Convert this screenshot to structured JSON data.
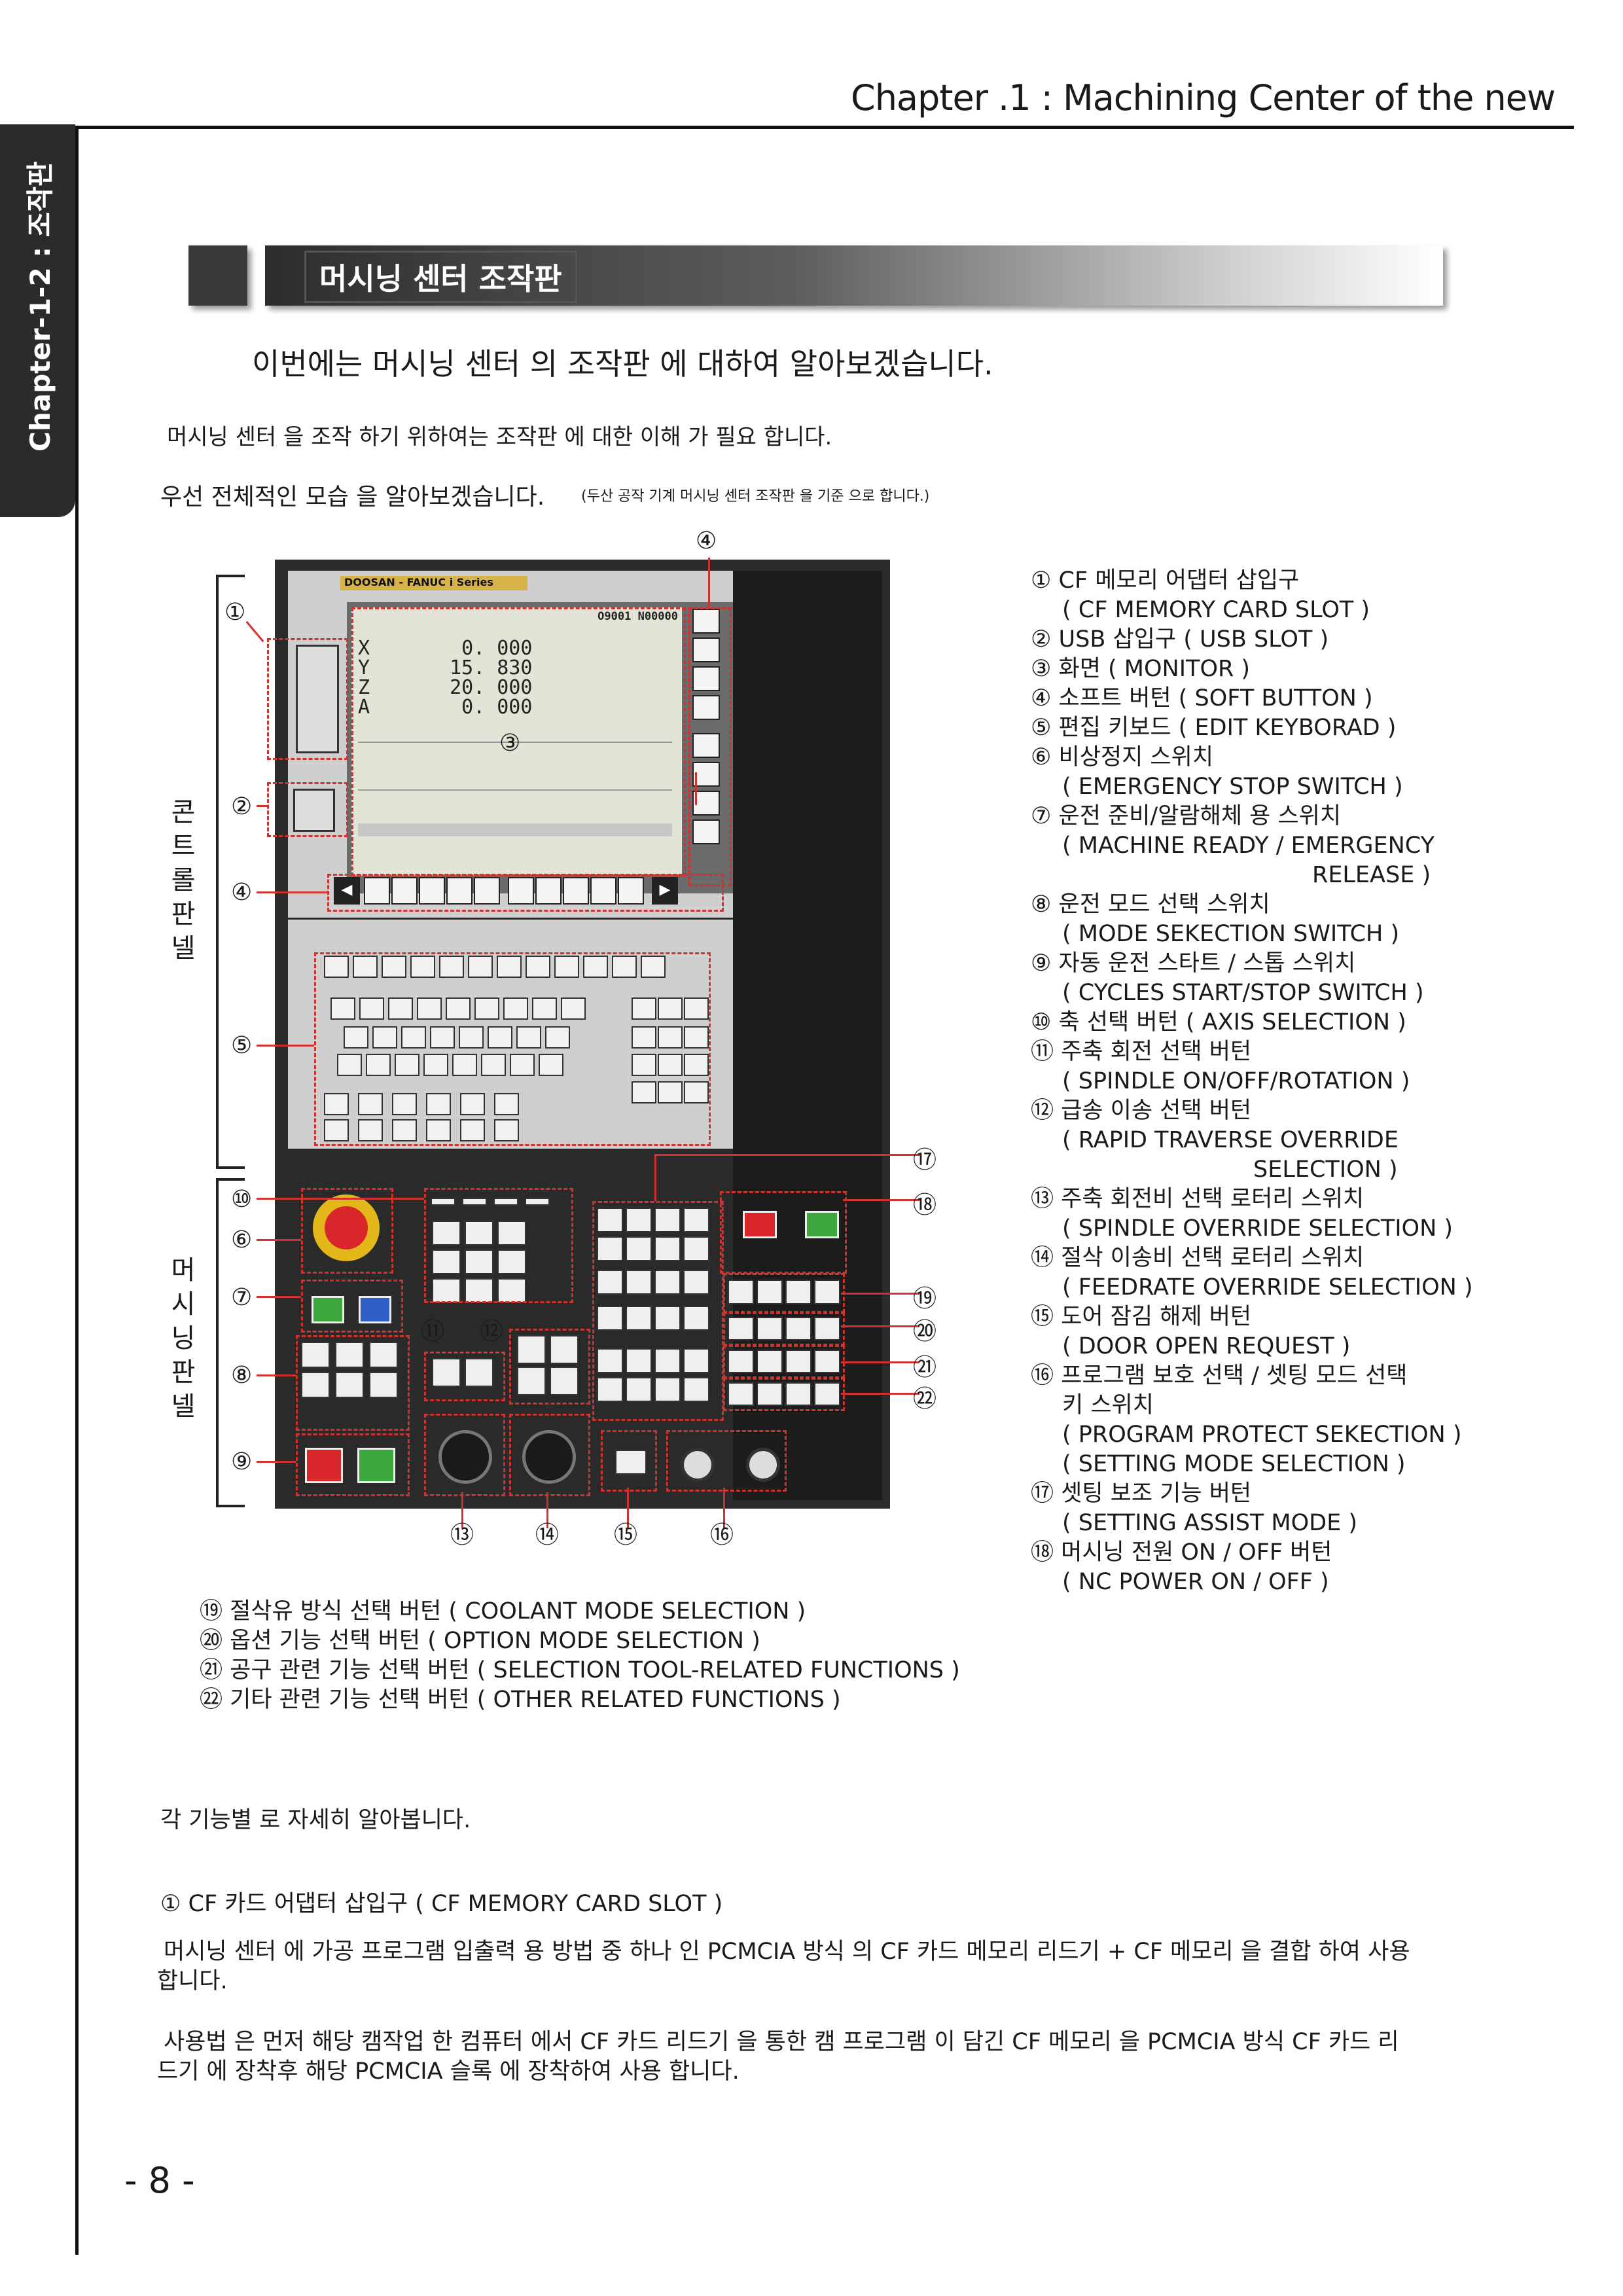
{
  "header": {
    "chapter_title": "Chapter .1 : Machining Center  of the new",
    "side_tab": "Chapter-1-2 : 조작판"
  },
  "section": {
    "title": "머시닝 센터 조작판",
    "intro": "이번에는 머시닝 센터 의 조작판 에 대하여 알아보겠습니다.",
    "para1": "머시닝 센터 을 조작 하기 위하여는 조작판 에 대한 이해 가 필요 합니다.",
    "para2": "우선 전체적인 모습 을 알아보겠습니다.",
    "para2_note": "(두산 공작 기계 머시닝 센터 조작판 을 기준 으로 합니다.)"
  },
  "figure": {
    "control_panel_label": "콘트롤 판넬",
    "machine_panel_label": "머시닝 판넬",
    "brand": "DOOSAN - FANUC i  Series",
    "program_no": "O9001 N00000",
    "screen": {
      "axes": [
        "X",
        "Y",
        "Z",
        "A"
      ],
      "values": [
        "0. 000",
        "15. 830",
        "20. 000",
        "0. 000"
      ]
    },
    "callouts": [
      "①",
      "②",
      "③",
      "④",
      "⑤",
      "⑥",
      "⑦",
      "⑧",
      "⑨",
      "⑩",
      "⑪",
      "⑫",
      "⑬",
      "⑭",
      "⑮",
      "⑯",
      "⑰",
      "⑱",
      "⑲",
      "⑳",
      "㉑",
      "㉒"
    ]
  },
  "legend": [
    {
      "text": "① CF 메모리 어댑터 삽입구",
      "indent": 0
    },
    {
      "text": "( CF MEMORY CARD SLOT )",
      "indent": 1
    },
    {
      "text": "② USB 삽입구 ( USB SLOT )",
      "indent": 0
    },
    {
      "text": "③ 화면 ( MONITOR )",
      "indent": 0
    },
    {
      "text": "④ 소프트 버턴 ( SOFT BUTTON )",
      "indent": 0
    },
    {
      "text": "⑤ 편집 키보드 ( EDIT KEYBORAD )",
      "indent": 0
    },
    {
      "text": "⑥ 비상정지 스위치",
      "indent": 0
    },
    {
      "text": "( EMERGENCY STOP SWITCH )",
      "indent": 1
    },
    {
      "text": "⑦ 운전 준비/알람해체 용 스위치",
      "indent": 0
    },
    {
      "text": "( MACHINE READY / EMERGENCY",
      "indent": 1
    },
    {
      "text": "RELEASE )",
      "indent": 2
    },
    {
      "text": "⑧ 운전 모드 선택 스위치",
      "indent": 0
    },
    {
      "text": "( MODE SEKECTION SWITCH )",
      "indent": 1
    },
    {
      "text": "⑨ 자동 운전 스타트 / 스톱 스위치",
      "indent": 0
    },
    {
      "text": "( CYCLES START/STOP SWITCH )",
      "indent": 1
    },
    {
      "text": "⑩ 축 선택 버턴 ( AXIS SELECTION )",
      "indent": 0
    },
    {
      "text": "⑪ 주축 회전 선택 버턴",
      "indent": 0
    },
    {
      "text": "( SPINDLE ON/OFF/ROTATION )",
      "indent": 1
    },
    {
      "text": "⑫ 급송 이송 선택 버턴",
      "indent": 0
    },
    {
      "text": "( RAPID TRAVERSE OVERRIDE",
      "indent": 1
    },
    {
      "text": "SELECTION )",
      "indent": 3
    },
    {
      "text": "⑬ 주축 회전비 선택 로터리 스위치",
      "indent": 0
    },
    {
      "text": "( SPINDLE OVERRIDE SELECTION )",
      "indent": 1
    },
    {
      "text": "⑭ 절삭 이송비 선택 로터리 스위치",
      "indent": 0
    },
    {
      "text": "( FEEDRATE OVERRIDE SELECTION )",
      "indent": 1
    },
    {
      "text": "⑮ 도어 잠김 해제 버턴",
      "indent": 0
    },
    {
      "text": "( DOOR OPEN REQUEST )",
      "indent": 1
    },
    {
      "text": "⑯ 프로그램 보호 선택 / 셋팅 모드 선택",
      "indent": 0
    },
    {
      "text": "키 스위치",
      "indent": 1
    },
    {
      "text": "( PROGRAM PROTECT SEKECTION )",
      "indent": 1
    },
    {
      "text": "( SETTING MODE SELECTION )",
      "indent": 1
    },
    {
      "text": "⑰ 셋팅 보조 기능 버턴",
      "indent": 0
    },
    {
      "text": "( SETTING ASSIST MODE )",
      "indent": 1
    },
    {
      "text": "⑱ 머시닝 전원 ON / OFF 버턴",
      "indent": 0
    },
    {
      "text": "( NC POWER ON / OFF )",
      "indent": 1
    }
  ],
  "legend_bottom": [
    "⑲ 절삭유 방식 선택 버턴 ( COOLANT MODE SELECTION )",
    "⑳ 옵션 기능 선택 버턴 ( OPTION MODE SELECTION )",
    "㉑ 공구 관련 기능 선택 버턴 ( SELECTION TOOL-RELATED FUNCTIONS )",
    "㉒ 기타 관련 기능 선택 버턴 ( OTHER RELATED FUNCTIONS )"
  ],
  "detail": {
    "intro": "각 기능별 로 자세히 알아봅니다.",
    "cf_title": "① CF 카드 어댑터 삽입구 ( CF MEMORY CARD SLOT )",
    "cf_para1_line1": "머시닝 센터 에 가공 프로그램 입출력 용 방법 중 하나 인 PCMCIA 방식 의 CF 카드 메모리 리드기 + CF 메모리 을 결합 하여 사용",
    "cf_para1_line2": "합니다.",
    "cf_para2_line1": "사용법 은 먼저 해당 캠작업 한 컴퓨터 에서 CF 카드 리드기 을 통한 캠 프로그램 이 담긴 CF 메모리 을 PCMCIA 방식 CF 카드 리",
    "cf_para2_line2": "드기 에 장착후 해당 PCMCIA 슬록 에 장착하여 사용 합니다."
  },
  "page_number": "- 8 -"
}
